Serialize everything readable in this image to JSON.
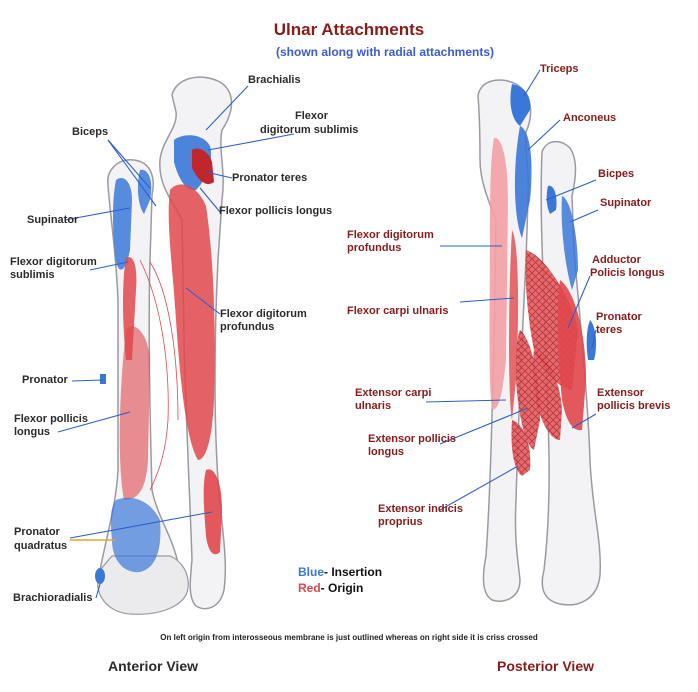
{
  "title": "Ulnar Attachments",
  "subtitle": "(shown along with radial attachments)",
  "anterior": {
    "view_label": "Anterior View",
    "labels": {
      "brachialis": "Brachialis",
      "flexor_dig_sub_1": "Flexor",
      "flexor_dig_sub_2": "digitorum sublimis",
      "biceps": "Biceps",
      "pronator_teres": "Pronator teres",
      "flexor_poll_longus_right": "Flexor pollicis longus",
      "supinator": "Supinator",
      "flexor_dig_sub_left_1": "Flexor digitorum",
      "flexor_dig_sub_left_2": "sublimis",
      "flexor_dig_prof_1": "Flexor digitorum",
      "flexor_dig_prof_2": "profundus",
      "pronator": "Pronator",
      "flexor_poll_longus_left_1": "Flexor pollicis",
      "flexor_poll_longus_left_2": "longus",
      "pronator_quad_1": "Pronator",
      "pronator_quad_2": "quadratus",
      "brachioradialis": "Brachioradialis"
    }
  },
  "posterior": {
    "view_label": "Posterior View",
    "labels": {
      "triceps": "Triceps",
      "anconeus": "Anconeus",
      "bicpes": "Bicpes",
      "supinator": "Supinator",
      "flexor_dig_prof_1": "Flexor digitorum",
      "flexor_dig_prof_2": "profundus",
      "adductor_1": "Adductor",
      "adductor_2": "Policis longus",
      "flexor_carpi_ulnaris": "Flexor carpi ulnaris",
      "pronator_teres_1": "Pronator",
      "pronator_teres_2": "teres",
      "ext_carpi_ulnaris_1": "Extensor carpi",
      "ext_carpi_ulnaris_2": "ulnaris",
      "ext_poll_brevis_1": "Extensor",
      "ext_poll_brevis_2": "pollicis brevis",
      "ext_poll_longus_1": "Extensor pollicis",
      "ext_poll_longus_2": "longus",
      "ext_indicis_1": "Extensor indicis",
      "ext_indicis_2": "proprius"
    }
  },
  "legend": {
    "blue_word": "Blue",
    "blue_rest": "- Insertion",
    "red_word": "Red",
    "red_rest": "- Origin"
  },
  "note": "On left origin from interosseous membrane is just outlined whereas on right side it is criss crossed",
  "colors": {
    "title": "#8b1a1a",
    "subtitle": "#3b5bdb",
    "insertion_blue": "#3a78d8",
    "origin_red": "#e0474c",
    "origin_pink": "#f2a0a4",
    "bone": "#f3f3f5",
    "bone_shade": "#c9c9cf",
    "line": "#2d5fd0",
    "highlight_line": "#e7a22a"
  }
}
